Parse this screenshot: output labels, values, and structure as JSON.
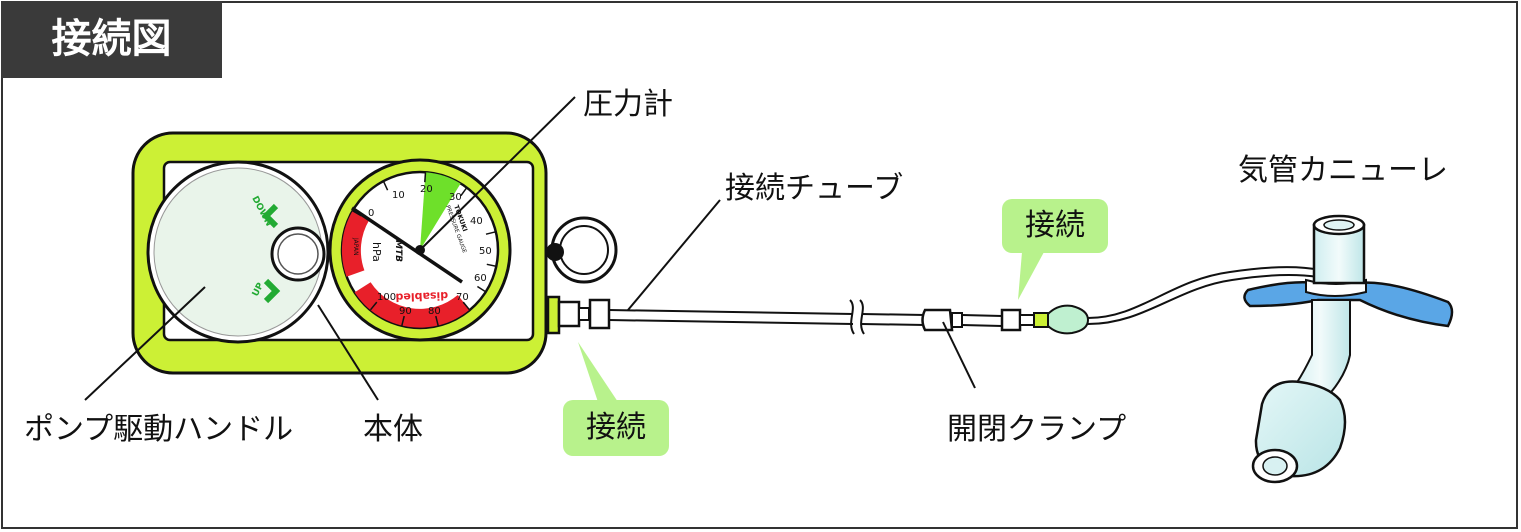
{
  "title": "接続図",
  "labels": {
    "pressure_gauge": "圧力計",
    "connection_tube": "接続チューブ",
    "tracheostomy_cannula": "気管カニューレ",
    "pump_handle": "ポンプ駆動ハンドル",
    "main_body": "本体",
    "open_close_clamp": "開閉クランプ"
  },
  "badges": {
    "connect_left": "接続",
    "connect_right": "接続"
  },
  "gauge": {
    "brand": "TOKUKI",
    "line1": "PRESSURE GAUGE",
    "mtb": "MTB",
    "unit": "hPa",
    "country": "JAPAN",
    "disabled": "disabled",
    "ticks": [
      "0",
      "10",
      "20",
      "30",
      "40",
      "50",
      "60",
      "70",
      "80",
      "90",
      "100"
    ]
  },
  "pump": {
    "down": "DOWN",
    "up": "UP"
  },
  "colors": {
    "lime_frame": "#ccf035",
    "badge_green": "#b8f28c",
    "green_zone": "#6ee02a",
    "red_zone": "#e8202a",
    "cannula_blue": "#5aa6e6",
    "title_bg": "#3a3a3a"
  }
}
